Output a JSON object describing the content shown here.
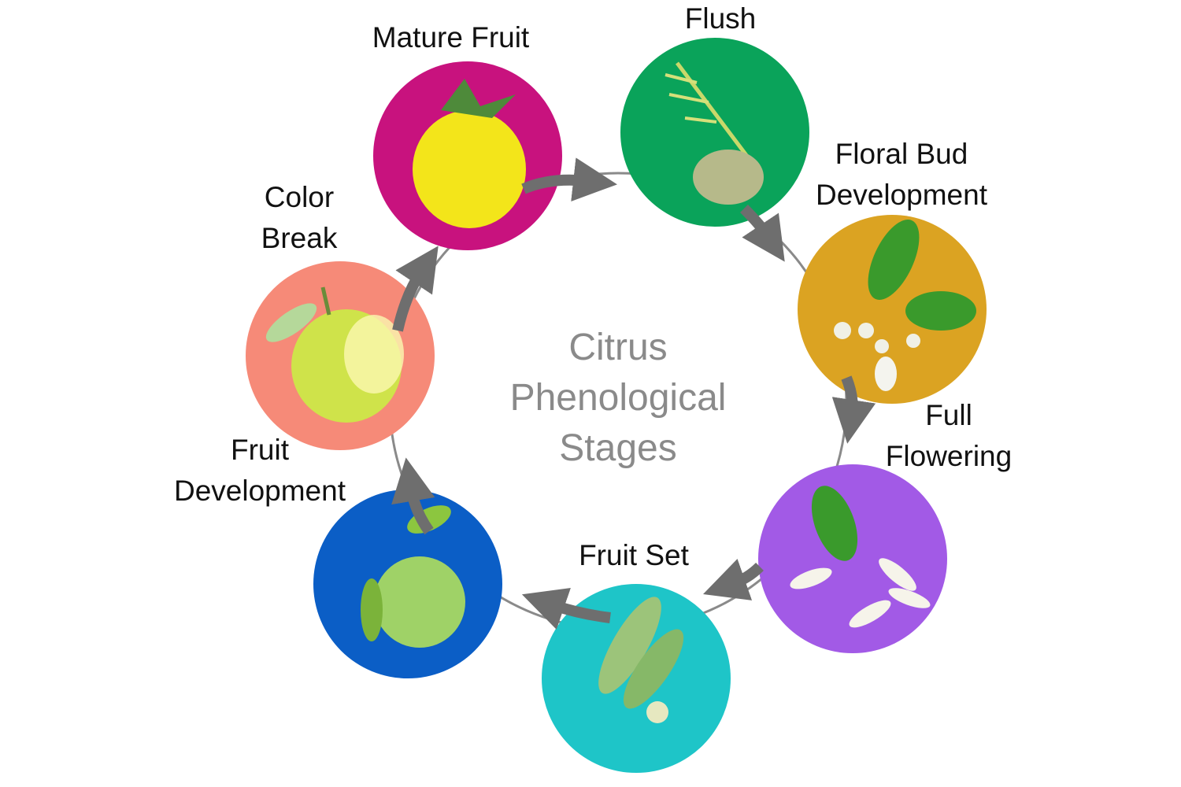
{
  "title": "Citrus\nPhenological\nStages",
  "stages": [
    {
      "label": "Mature Fruit",
      "color": "#c8127e"
    },
    {
      "label": "Flush",
      "color": "#0aa35a"
    },
    {
      "label": "Floral Bud\nDevelopment",
      "color": "#dba322"
    },
    {
      "label": "Full\nFlowering",
      "color": "#a25ae6"
    },
    {
      "label": "Fruit Set",
      "color": "#1ec5c8"
    },
    {
      "label": "Fruit\nDevelopment",
      "color": "#0b5ec6"
    },
    {
      "label": "Color\nBreak",
      "color": "#f68a78"
    }
  ],
  "arrow_color": "#6e6e6e"
}
